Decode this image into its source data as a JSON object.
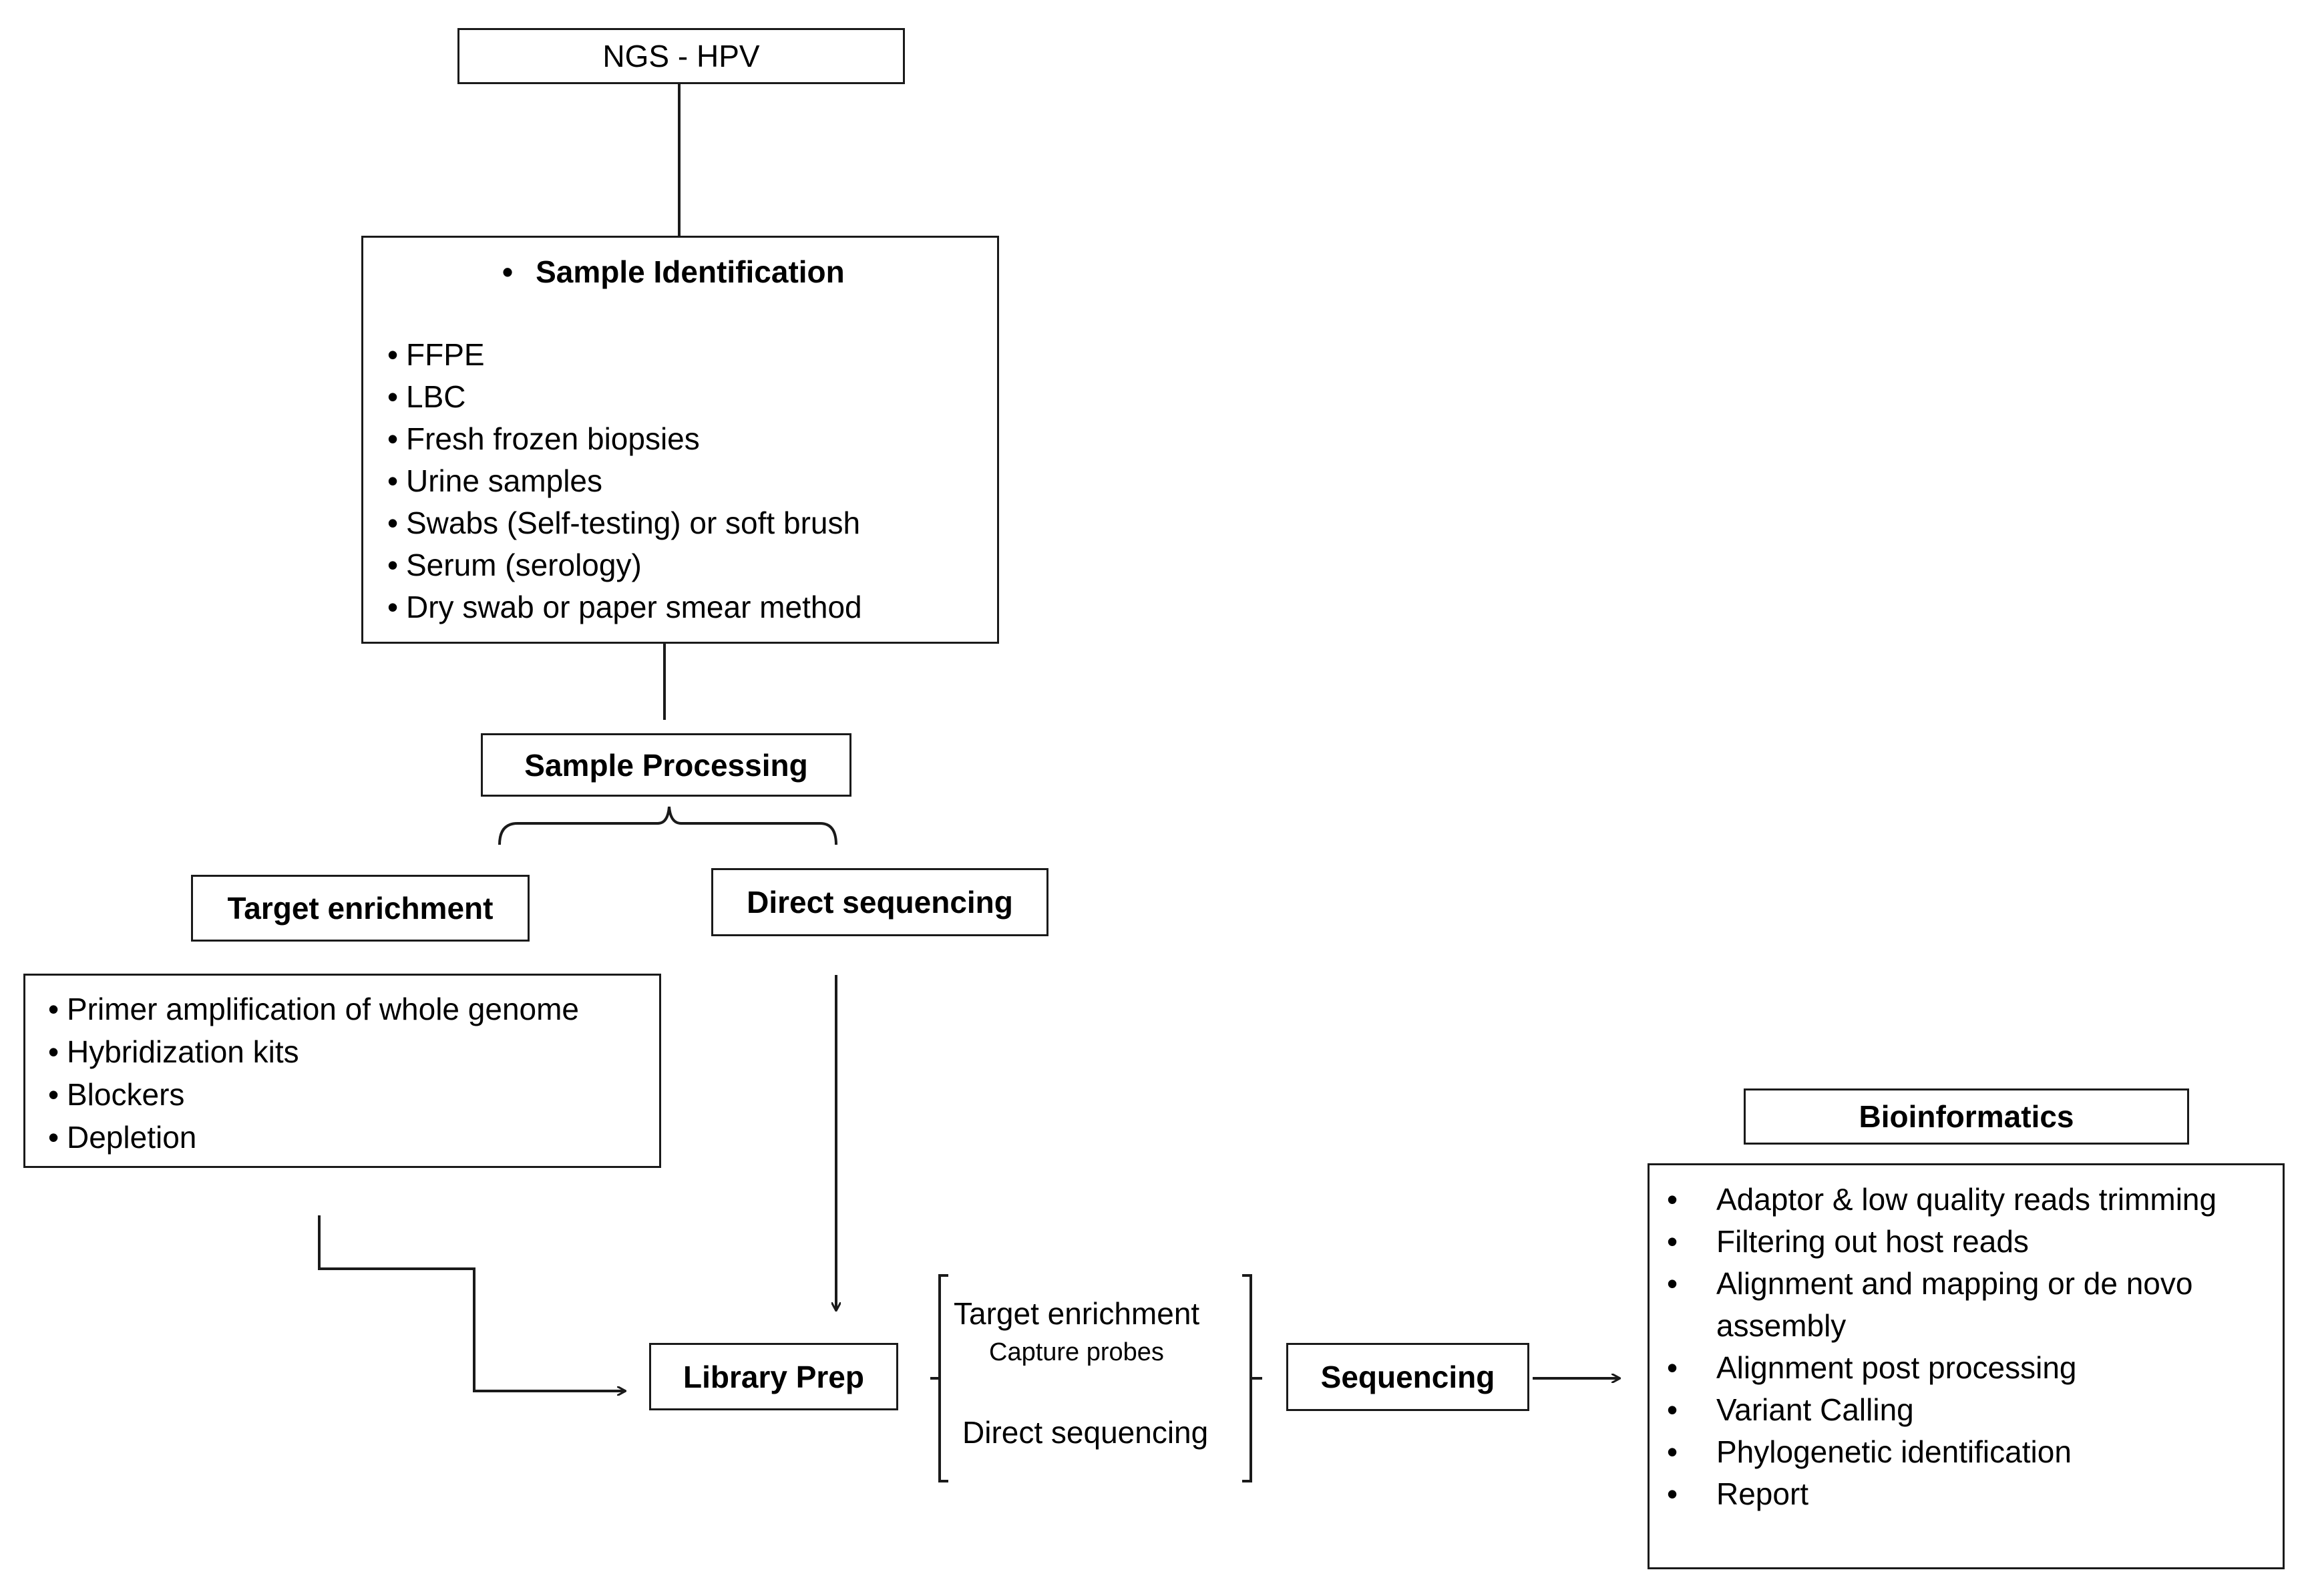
{
  "root": {
    "title": "NGS - HPV"
  },
  "sample_identification": {
    "heading": "Sample Identification",
    "items": [
      "FFPE",
      "LBC",
      "Fresh frozen biopsies",
      "Urine samples",
      "Swabs (Self-testing) or soft brush",
      "Serum (serology)",
      "Dry swab or paper smear method"
    ]
  },
  "sample_processing": {
    "label": "Sample Processing"
  },
  "target_enrichment": {
    "label": "Target enrichment",
    "items": [
      "Primer amplification of whole genome",
      "Hybridization kits",
      "Blockers",
      "Depletion"
    ]
  },
  "direct_sequencing": {
    "label": "Direct sequencing"
  },
  "library_prep": {
    "label": "Library Prep",
    "options": {
      "target_enrichment": "Target enrichment",
      "capture_probes": "Capture probes",
      "direct_sequencing": "Direct sequencing"
    }
  },
  "sequencing": {
    "label": "Sequencing"
  },
  "bioinformatics": {
    "label": "Bioinformatics",
    "items": [
      "Adaptor & low quality reads trimming",
      "Filtering out host reads",
      "Alignment and mapping or de novo assembly",
      "Alignment post processing",
      "Variant Calling",
      "Phylogenetic identification",
      "Report"
    ]
  },
  "colors": {
    "line": "#1a1a1a",
    "background": "#ffffff"
  }
}
